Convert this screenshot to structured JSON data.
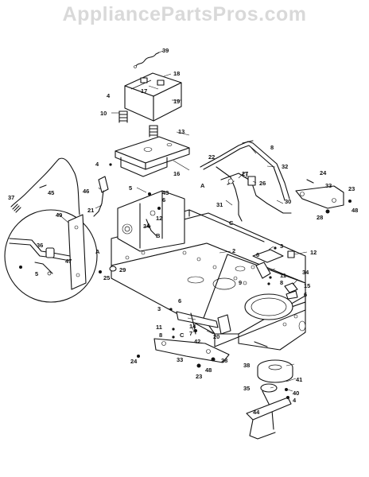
{
  "watermark": "AppliancePartsPros.com",
  "callouts": [
    {
      "id": "c39",
      "text": "39"
    },
    {
      "id": "c18",
      "text": "18"
    },
    {
      "id": "c17",
      "text": "17"
    },
    {
      "id": "c19",
      "text": "19"
    },
    {
      "id": "c4a",
      "text": "4"
    },
    {
      "id": "c10",
      "text": "10"
    },
    {
      "id": "c13",
      "text": "13"
    },
    {
      "id": "c4b",
      "text": "4"
    },
    {
      "id": "c16",
      "text": "16"
    },
    {
      "id": "c22",
      "text": "22"
    },
    {
      "id": "c8a",
      "text": "8"
    },
    {
      "id": "c27",
      "text": "27"
    },
    {
      "id": "c32",
      "text": "32"
    },
    {
      "id": "c24a",
      "text": "24"
    },
    {
      "id": "c33a",
      "text": "33"
    },
    {
      "id": "c23a",
      "text": "23"
    },
    {
      "id": "c48a",
      "text": "48"
    },
    {
      "id": "c28a",
      "text": "28"
    },
    {
      "id": "c26",
      "text": "26"
    },
    {
      "id": "c31",
      "text": "31"
    },
    {
      "id": "c30",
      "text": "30"
    },
    {
      "id": "cA1",
      "text": "A"
    },
    {
      "id": "cC1",
      "text": "C"
    },
    {
      "id": "c45",
      "text": "45"
    },
    {
      "id": "c37",
      "text": "37"
    },
    {
      "id": "c46",
      "text": "46"
    },
    {
      "id": "c5a",
      "text": "5"
    },
    {
      "id": "c43",
      "text": "43"
    },
    {
      "id": "c6a",
      "text": "6"
    },
    {
      "id": "c12a",
      "text": "12"
    },
    {
      "id": "c21",
      "text": "21"
    },
    {
      "id": "c49",
      "text": "49"
    },
    {
      "id": "c34a",
      "text": "34"
    },
    {
      "id": "cA2",
      "text": "A"
    },
    {
      "id": "cB1",
      "text": "B"
    },
    {
      "id": "c2",
      "text": "2"
    },
    {
      "id": "cA3",
      "text": "A"
    },
    {
      "id": "c36",
      "text": "36"
    },
    {
      "id": "c47",
      "text": "47"
    },
    {
      "id": "c5b",
      "text": "5"
    },
    {
      "id": "c25",
      "text": "25"
    },
    {
      "id": "c29",
      "text": "29"
    },
    {
      "id": "c9",
      "text": "9"
    },
    {
      "id": "c3a",
      "text": "3"
    },
    {
      "id": "c6b",
      "text": "6"
    },
    {
      "id": "c12b",
      "text": "12"
    },
    {
      "id": "c34b",
      "text": "34"
    },
    {
      "id": "c11a",
      "text": "11"
    },
    {
      "id": "c8b",
      "text": "8"
    },
    {
      "id": "c15",
      "text": "15"
    },
    {
      "id": "c6c",
      "text": "6"
    },
    {
      "id": "c3b",
      "text": "3"
    },
    {
      "id": "c6d",
      "text": "6"
    },
    {
      "id": "c14",
      "text": "14"
    },
    {
      "id": "c11b",
      "text": "11"
    },
    {
      "id": "c8c",
      "text": "8"
    },
    {
      "id": "c7",
      "text": "7"
    },
    {
      "id": "c42",
      "text": "42"
    },
    {
      "id": "c20",
      "text": "20"
    },
    {
      "id": "cC2",
      "text": "C"
    },
    {
      "id": "c24b",
      "text": "24"
    },
    {
      "id": "c33b",
      "text": "33"
    },
    {
      "id": "c48b",
      "text": "48"
    },
    {
      "id": "c23b",
      "text": "23"
    },
    {
      "id": "c28b",
      "text": "28"
    },
    {
      "id": "c38",
      "text": "38"
    },
    {
      "id": "c41",
      "text": "41"
    },
    {
      "id": "c35",
      "text": "35"
    },
    {
      "id": "c40",
      "text": "40"
    },
    {
      "id": "c4c",
      "text": "4"
    },
    {
      "id": "c44",
      "text": "44"
    }
  ]
}
